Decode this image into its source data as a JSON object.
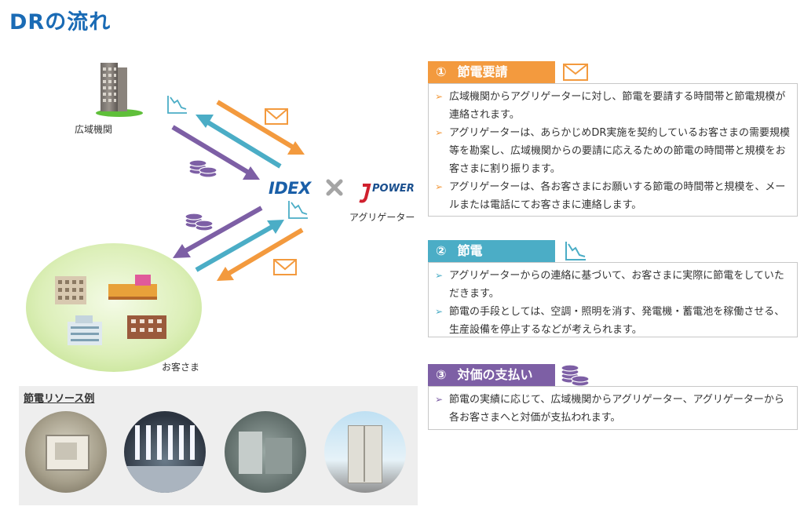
{
  "title": "DRの流れ",
  "left": {
    "agency_label": "広域機関",
    "customers_label": "お客さま",
    "aggregator_label": "アグリゲーター",
    "idex_logo": "IDEX",
    "jpower_logo": "POWER",
    "resources_title": "節電リソース例"
  },
  "sections": [
    {
      "number": "①",
      "label": "節電要請",
      "color": "#f39a3e",
      "icon": "envelope-icon",
      "items": [
        "広域機関からアグリゲーターに対し、節電を要請する時間帯と節電規模が連絡されます。",
        "アグリゲーターは、あらかじめDR実施を契約しているお客さまの需要規模等を勘案し、広域機関からの要請に応えるための節電の時間帯と規模をお客さまに割り振ります。",
        "アグリゲーターは、各お客さまにお願いする節電の時間帯と規模を、メールまたは電話にてお客さまに連絡します。"
      ]
    },
    {
      "number": "②",
      "label": "節電",
      "color": "#4badc6",
      "icon": "chart-down-icon",
      "items": [
        "アグリゲーターからの連絡に基づいて、お客さまに実際に節電をしていただきます。",
        "節電の手段としては、空調・照明を消す、発電機・蓄電池を稼働させる、生産設備を停止するなどが考えられます。"
      ]
    },
    {
      "number": "③",
      "label": "対価の支払い",
      "color": "#7d5fa5",
      "icon": "coins-icon",
      "items": [
        "節電の実績に応じて、広域機関からアグリゲーター、アグリゲーターから各お客さまへと対価が支払われます。"
      ]
    }
  ],
  "colors": {
    "title": "#1a6bb5",
    "orange": "#f39a3e",
    "teal": "#4badc6",
    "purple": "#7d5fa5",
    "idex": "#1a5fa8",
    "jpower_red": "#d0202e"
  }
}
